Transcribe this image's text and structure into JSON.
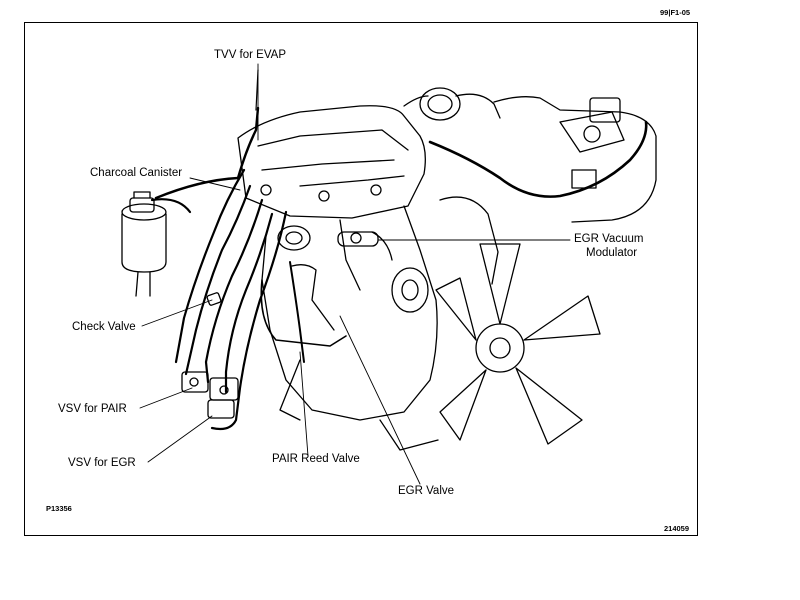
{
  "header": {
    "code": "99|F1-05"
  },
  "labels": {
    "tvv": "TVV for  EVAP",
    "canister": "Charcoal Canister",
    "egr_modulator_line1": "EGR Vacuum",
    "egr_modulator_line2": "Modulator",
    "check_valve": "Check Valve",
    "vsv_pair": "VSV for PAIR",
    "vsv_egr": "VSV for EGR",
    "pair_reed": "PAIR Reed Valve",
    "egr_valve": "EGR Valve"
  },
  "footer": {
    "left_code": "P13356",
    "right_code": "214059"
  }
}
